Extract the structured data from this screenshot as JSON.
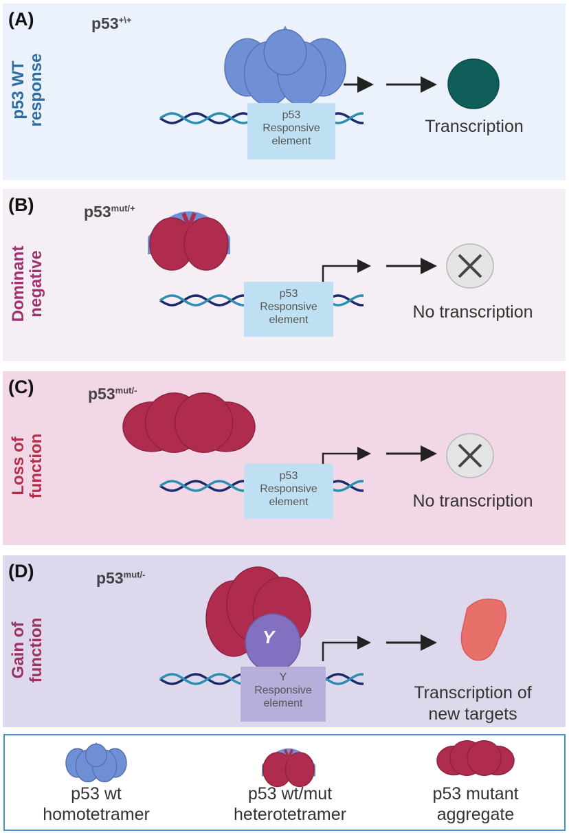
{
  "panels": [
    {
      "letter": "(A)",
      "genotype": {
        "base": "p53",
        "sup": "+\\+"
      },
      "side_label": [
        "p53 WT",
        "response"
      ],
      "side_color": "#2e6ca4",
      "bg": "#ecf2fb",
      "element": [
        "p53",
        "Responsive",
        "element"
      ],
      "outcome": [
        "Transcription"
      ],
      "outcome_icon": "teal-protein-icon"
    },
    {
      "letter": "(B)",
      "genotype": {
        "base": "p53",
        "sup": "mut/+"
      },
      "side_label": [
        "Dominant",
        "negative"
      ],
      "side_color": "#a0306e",
      "bg": "#f5eef5",
      "element": [
        "p53",
        "Responsive",
        "element"
      ],
      "outcome": [
        "No transcription"
      ],
      "outcome_icon": "grey-protein-x-icon"
    },
    {
      "letter": "(C)",
      "genotype": {
        "base": "p53",
        "sup": "mut/-"
      },
      "side_label": [
        "Loss of",
        "function"
      ],
      "side_color": "#b3304a",
      "bg": "#f2d8e6",
      "element": [
        "p53",
        "Responsive",
        "element"
      ],
      "outcome": [
        "No transcription"
      ],
      "outcome_icon": "grey-protein-x-icon"
    },
    {
      "letter": "(D)",
      "genotype": {
        "base": "p53",
        "sup": "mut/-"
      },
      "side_label": [
        "Gain of",
        "function"
      ],
      "side_color": "#9b3264",
      "bg": "#ded8ec",
      "element": [
        "Y",
        "Responsive",
        "element"
      ],
      "y_protein_label": "Y",
      "outcome": [
        "Transcription of",
        "new targets"
      ],
      "outcome_icon": "salmon-protein-icon"
    }
  ],
  "legend": [
    {
      "line1": "p53 wt",
      "line2": "homotetramer"
    },
    {
      "line1": "p53 wt/mut",
      "line2": "heterotetramer"
    },
    {
      "line1": "p53 mutant",
      "line2": "aggregate"
    }
  ],
  "colors": {
    "wt_blue": "#6f8fd6",
    "mutant_red": "#b02c4e",
    "y_purple": "#8470c0",
    "teal": "#0f5e5a",
    "salmon": "#e8706a",
    "legend_border": "#4a90d0"
  }
}
